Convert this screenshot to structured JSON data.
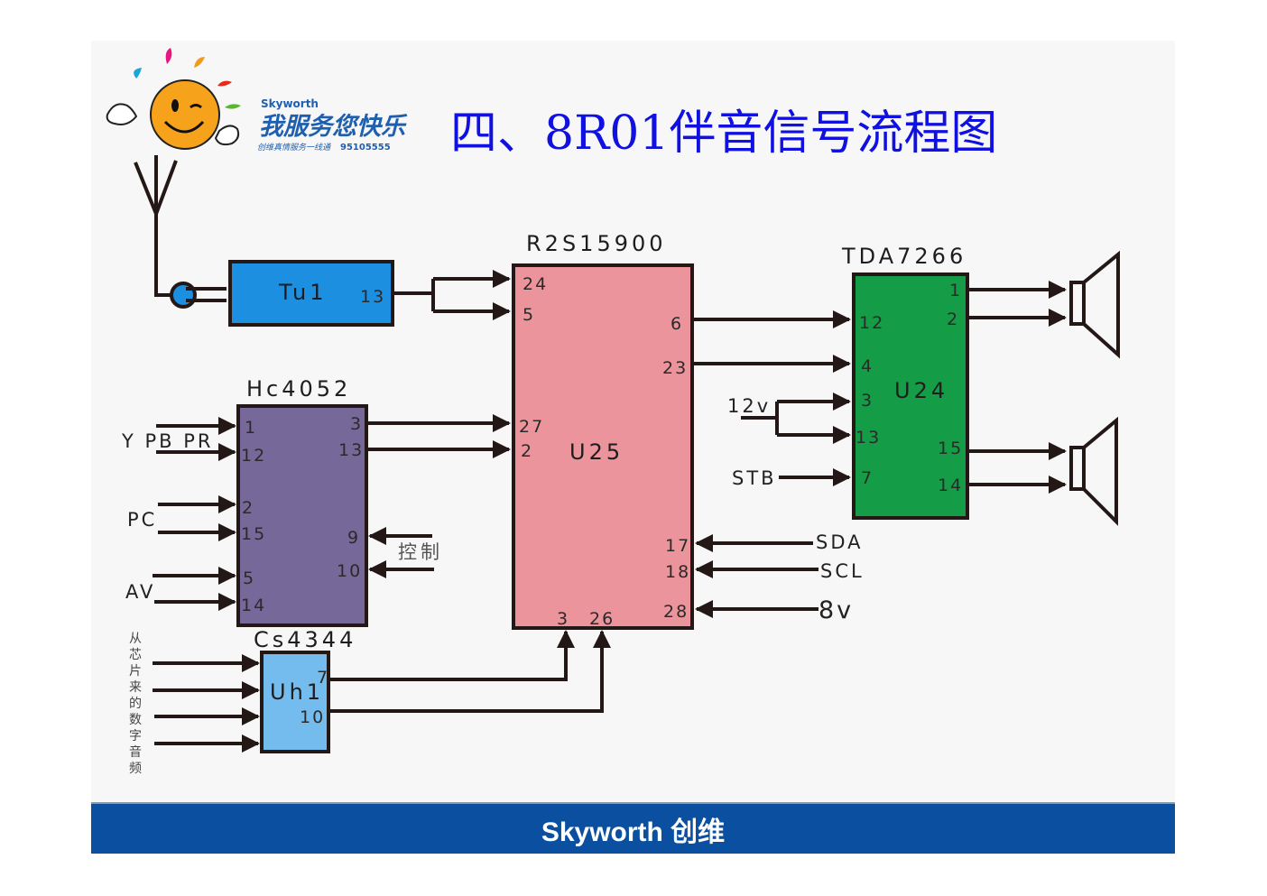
{
  "slide": {
    "title": "四、8R01伴音信号流程图",
    "logo": {
      "brand": "Skyworth",
      "slogan": "我服务您快乐",
      "hotline_text": "创维真情服务一线通",
      "hotline_number": "95105555"
    },
    "footer": {
      "brand": "Skyworth 创维"
    }
  },
  "colors": {
    "title": "#1010e0",
    "tuner": "#1d8fe0",
    "hc4052": "#76699a",
    "u25": "#ec949c",
    "u24": "#159c46",
    "cs4344": "#74bcee",
    "footer": "#0a4fa0"
  },
  "diagram": {
    "tuner": {
      "name": "Tu1",
      "pin_out": "13"
    },
    "hc4052": {
      "part": "Hc4052",
      "pins_left": [
        "1",
        "12",
        "2",
        "15",
        "5",
        "14"
      ],
      "pins_right_out": [
        "3",
        "13"
      ],
      "pins_right_in": [
        "9",
        "10"
      ],
      "inputs": {
        "ypbpr": "Y PB PR",
        "pc": "PC",
        "av": "AV"
      },
      "control_label": "控制"
    },
    "u25": {
      "part": "R2S15900",
      "name": "U25",
      "pins_left": [
        "24",
        "5",
        "27",
        "2"
      ],
      "pins_right_out": [
        "6",
        "23"
      ],
      "pins_right_in": [
        "17",
        "18",
        "28"
      ],
      "pins_bottom": [
        "3",
        "26"
      ],
      "inputs": {
        "sda": "SDA",
        "scl": "SCL",
        "power": "8v"
      }
    },
    "u24": {
      "part": "TDA7266",
      "name": "U24",
      "pins_left": [
        "12",
        "4",
        "3",
        "13",
        "7"
      ],
      "pins_right": [
        "1",
        "2",
        "15",
        "14"
      ],
      "inputs": {
        "power": "12v",
        "standby": "STB"
      }
    },
    "cs4344": {
      "part": "Cs4344",
      "name": "Uh1",
      "pins_out": [
        "7",
        "10"
      ],
      "input_label": [
        "从",
        "芯",
        "片",
        "来",
        "的",
        "数",
        "字",
        "音",
        "频"
      ]
    }
  }
}
